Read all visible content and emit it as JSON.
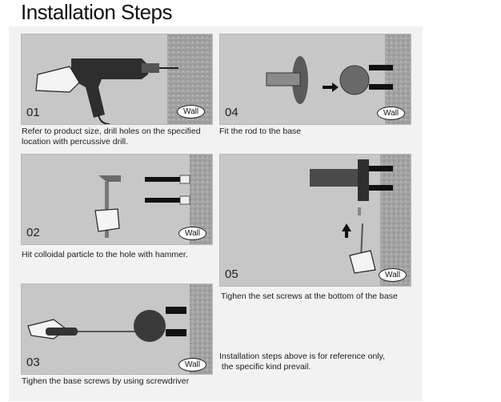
{
  "title": "Installation Steps",
  "wall_label": "Wall",
  "steps": [
    {
      "number": "01",
      "caption_line1": "Refer to product size, drill holes on the specified",
      "caption_line2": "location with percussive drill."
    },
    {
      "number": "04",
      "caption_line1": "Fit the rod to the base",
      "caption_line2": ""
    },
    {
      "number": "02",
      "caption_line1": "Hit colloidal particle to the hole with hammer.",
      "caption_line2": ""
    },
    {
      "number": "05",
      "caption_line1": "Tighen the set screws at the bottom of the base",
      "caption_line2": ""
    },
    {
      "number": "03",
      "caption_line1": "Tighen the base screws by using screwdriver",
      "caption_line2": ""
    }
  ],
  "note": {
    "line1": "Installation steps above is for reference only,",
    "line2": " the specific kind prevail."
  },
  "colors": {
    "panel_bg": "#c7c7c7",
    "wall": "#9a9a9a",
    "sheet": "#f2f2f2"
  }
}
